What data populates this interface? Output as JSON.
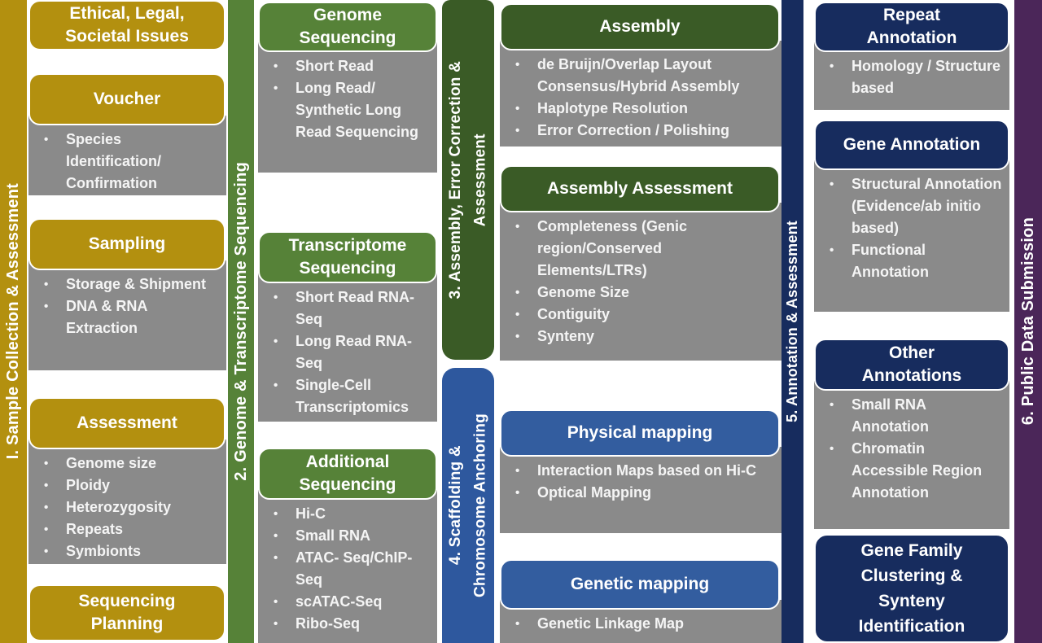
{
  "diagram_title": "Genome project workflow phases",
  "colors": {
    "gold": "#B3900F",
    "green": "#568238",
    "dark_green": "#3A5B26",
    "blue_strip": "#2E589E",
    "blue_box": "#335D9F",
    "navy": "#172C5E",
    "purple": "#4B2659",
    "gray": "#8A8A8A",
    "background": "#FFFFFF",
    "text": "#FFFFFF"
  },
  "strips": {
    "s1": "I. Sample Collection & Assessment",
    "s2": "2. Genome & Transcriptome Sequencing",
    "s3": "3. Assembly, Error Correction &\nAssessment",
    "s4": "4. Scaffolding &\nChromosome Anchoring",
    "s5": "5. Annotation & Assessment",
    "s6": "6. Public Data Submission"
  },
  "c1": {
    "ethical_title": "Ethical, Legal, Societal Issues",
    "voucher": {
      "title": "Voucher",
      "items": [
        "Species Identification/ Confirmation"
      ]
    },
    "sampling": {
      "title": "Sampling",
      "items": [
        "Storage & Shipment",
        "DNA & RNA Extraction"
      ]
    },
    "assessment": {
      "title": "Assessment",
      "items": [
        "Genome size",
        "Ploidy",
        "Heterozygosity",
        "Repeats",
        "Symbionts"
      ]
    },
    "seq_planning_title": "Sequencing Planning"
  },
  "c2": {
    "genome": {
      "title": "Genome Sequencing",
      "items": [
        "Short Read",
        "Long Read/ Synthetic Long Read Sequencing"
      ]
    },
    "transcriptome": {
      "title": "Transcriptome Sequencing",
      "items": [
        "Short Read RNA-Seq",
        "Long Read RNA-Seq",
        "Single-Cell Transcriptomics"
      ]
    },
    "additional": {
      "title": "Additional Sequencing",
      "items": [
        "Hi-C",
        "Small RNA",
        "ATAC- Seq/ChIP-Seq",
        "scATAC-Seq",
        "Ribo-Seq"
      ]
    }
  },
  "c3": {
    "assembly": {
      "title": "Assembly",
      "items": [
        "de Bruijn/Overlap Layout Consensus/Hybrid Assembly",
        "Haplotype Resolution",
        "Error Correction / Polishing"
      ]
    },
    "assembly_assessment": {
      "title": "Assembly Assessment",
      "items": [
        "Completeness (Genic region/Conserved Elements/LTRs)",
        "Genome Size",
        "Contiguity",
        "Synteny"
      ]
    }
  },
  "c4": {
    "physical": {
      "title": "Physical mapping",
      "items": [
        "Interaction Maps based on Hi-C",
        "Optical Mapping"
      ]
    },
    "genetic": {
      "title": "Genetic mapping",
      "items": [
        "Genetic Linkage Map"
      ]
    }
  },
  "c5": {
    "repeat": {
      "title": "Repeat Annotation",
      "items": [
        "Homology / Structure based"
      ]
    },
    "gene": {
      "title": "Gene Annotation",
      "items": [
        "Structural Annotation (Evidence/ab initio based)",
        "Functional Annotation"
      ]
    },
    "other": {
      "title": "Other Annotations",
      "items": [
        "Small RNA Annotation",
        "Chromatin Accessible Region Annotation"
      ]
    },
    "gene_family_title": "Gene Family Clustering & Synteny Identification"
  }
}
